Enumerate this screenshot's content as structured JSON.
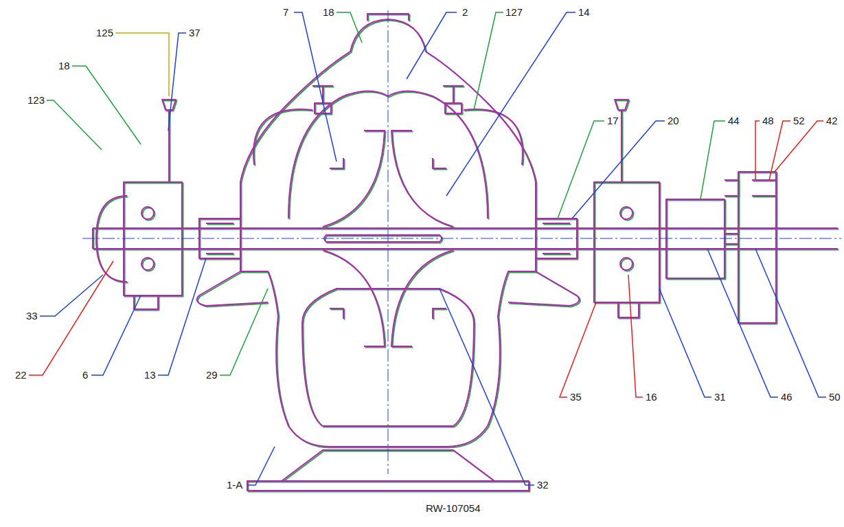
{
  "diagram": {
    "labels": [
      "18",
      "2",
      "7",
      "127",
      "14",
      "17",
      "20",
      "44",
      "48",
      "52",
      "42",
      "125",
      "37",
      "18",
      "123",
      "33",
      "22",
      "6",
      "13",
      "29",
      "35",
      "16",
      "31",
      "46",
      "50",
      "1-A",
      "32",
      "RW-107054"
    ]
  }
}
